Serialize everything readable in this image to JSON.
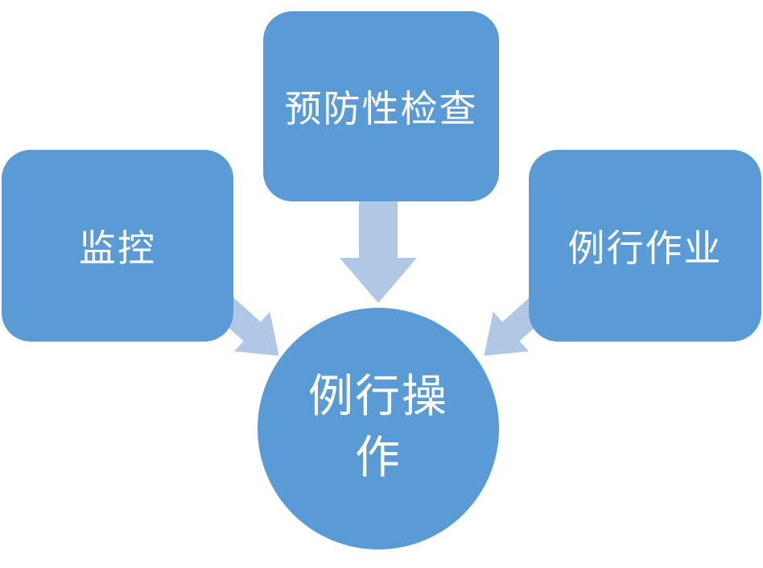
{
  "diagram": {
    "title": "routine-operations-flow",
    "nodes": {
      "left": {
        "label": "监控"
      },
      "top": {
        "label": "预防性检查"
      },
      "right": {
        "label": "例行作业"
      },
      "center": {
        "label": "例行操作"
      }
    },
    "arrows": [
      {
        "id": "top-to-center",
        "from": "top",
        "to": "center",
        "direction": "down"
      },
      {
        "id": "left-to-center",
        "from": "left",
        "to": "center",
        "direction": "down-right"
      },
      {
        "id": "right-to-center",
        "from": "right",
        "to": "center",
        "direction": "down-left"
      }
    ]
  },
  "colors": {
    "node_fill": "#5b9bd5",
    "arrow_fill": "#b0c7e6",
    "text": "#ffffff",
    "background": "#ffffff"
  }
}
